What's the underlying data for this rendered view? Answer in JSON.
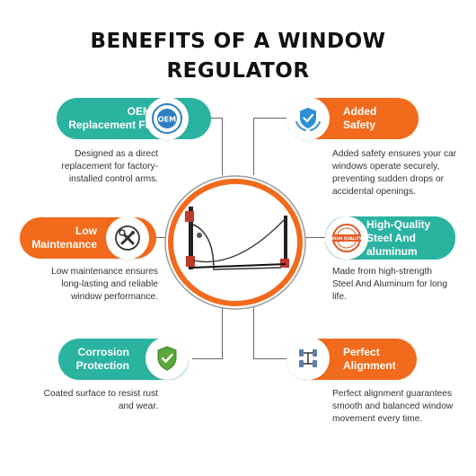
{
  "title": {
    "line1": "BENEFITS OF A WINDOW",
    "line2": "REGULATOR"
  },
  "colors": {
    "teal": "#2bb3a1",
    "orange": "#f26a1b",
    "text": "#333333",
    "title": "#111111"
  },
  "benefits": {
    "oem": {
      "title": [
        "OEM",
        "Replacement Fit"
      ],
      "icon": "oem-seal-icon",
      "icon_text": "OEM",
      "desc": [
        "Designed as a direct",
        "replacement for factory-",
        "installed control arms."
      ]
    },
    "safety": {
      "title": [
        "Added",
        "Safety"
      ],
      "icon": "shield-hands-icon",
      "desc": [
        "Added safety ensures your car",
        "windows operate securely,",
        "preventing sudden drops or",
        "accidental openings."
      ]
    },
    "maintenance": {
      "title": [
        "Low",
        "Maintenance"
      ],
      "icon": "wrench-screwdriver-icon",
      "desc": [
        "Low maintenance ensures",
        "long-lasting and reliable",
        "window performance."
      ]
    },
    "quality": {
      "title": [
        "High-Quality",
        "Steel And",
        "aluminum"
      ],
      "icon": "high-quality-stamp-icon",
      "icon_text": "HIGH QUALITY",
      "desc": [
        "Made from high-strength",
        "Steel And Aluminum for long",
        "life."
      ]
    },
    "corrosion": {
      "title": [
        "Corrosion",
        "Protection"
      ],
      "icon": "shield-check-icon",
      "desc": [
        "Coated surface to resist rust",
        "and wear."
      ]
    },
    "alignment": {
      "title": [
        "Perfect",
        "Alignment"
      ],
      "icon": "wheel-alignment-icon",
      "desc": [
        "Perfect alignment guarantees",
        "smooth and balanced window",
        "movement every time."
      ]
    }
  }
}
